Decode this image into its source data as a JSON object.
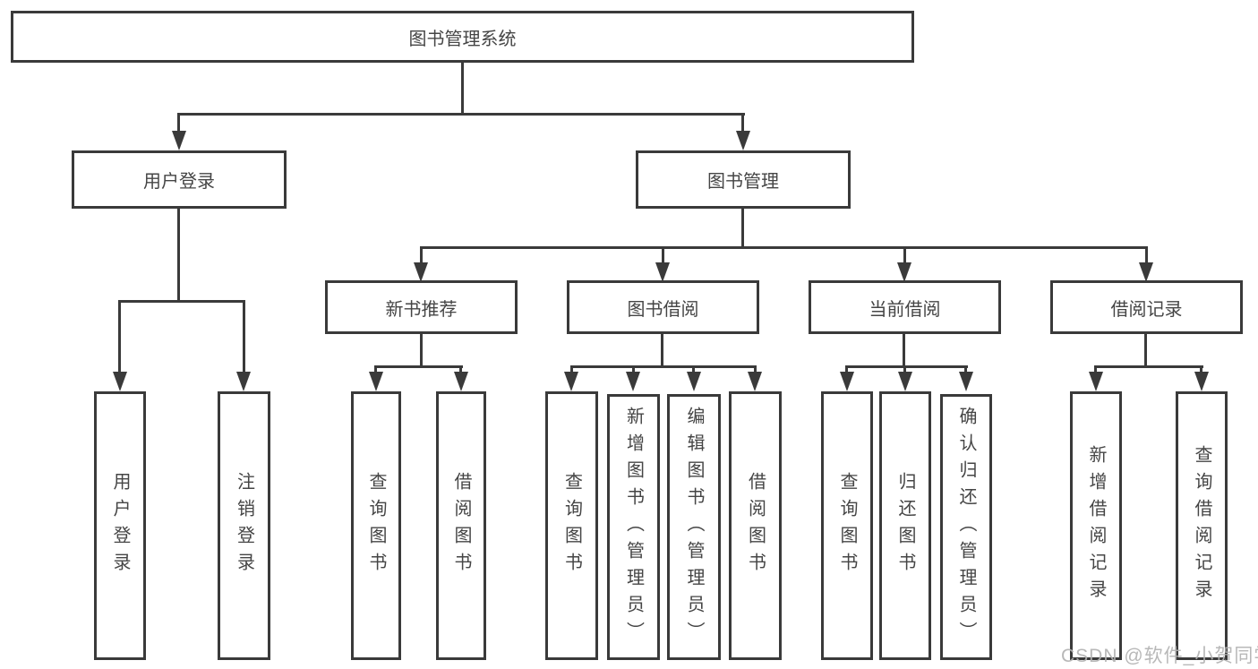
{
  "nodes": {
    "root": "图书管理系统",
    "user_login": "用户登录",
    "book_mgmt": "图书管理",
    "new_book_rec": "新书推荐",
    "book_borrow": "图书借阅",
    "current_borrow": "当前借阅",
    "borrow_records": "借阅记录",
    "ul_user_login": "用户登录",
    "ul_logout": "注销登录",
    "nb_query_book": "查询图书",
    "nb_borrow_book": "借阅图书",
    "bb_query_book": "查询图书",
    "bb_add_book": "新增图书（管理员）",
    "bb_edit_book": "编辑图书（管理员）",
    "bb_borrow_book": "借阅图书",
    "cb_query_book": "查询图书",
    "cb_return_book": "归还图书",
    "cb_confirm_return": "确认归还（管理员）",
    "br_add_record": "新增借阅记录",
    "br_query_record": "查询借阅记录"
  },
  "watermark": {
    "text": "CSDN @软件_小贺同学",
    "color": "#b2b2b2"
  },
  "colors": {
    "line": "#3a3a3a",
    "box_border": "#3a3a3a",
    "box_background": "#ffffff",
    "text": "#454545",
    "page_background": "#ffffff"
  }
}
